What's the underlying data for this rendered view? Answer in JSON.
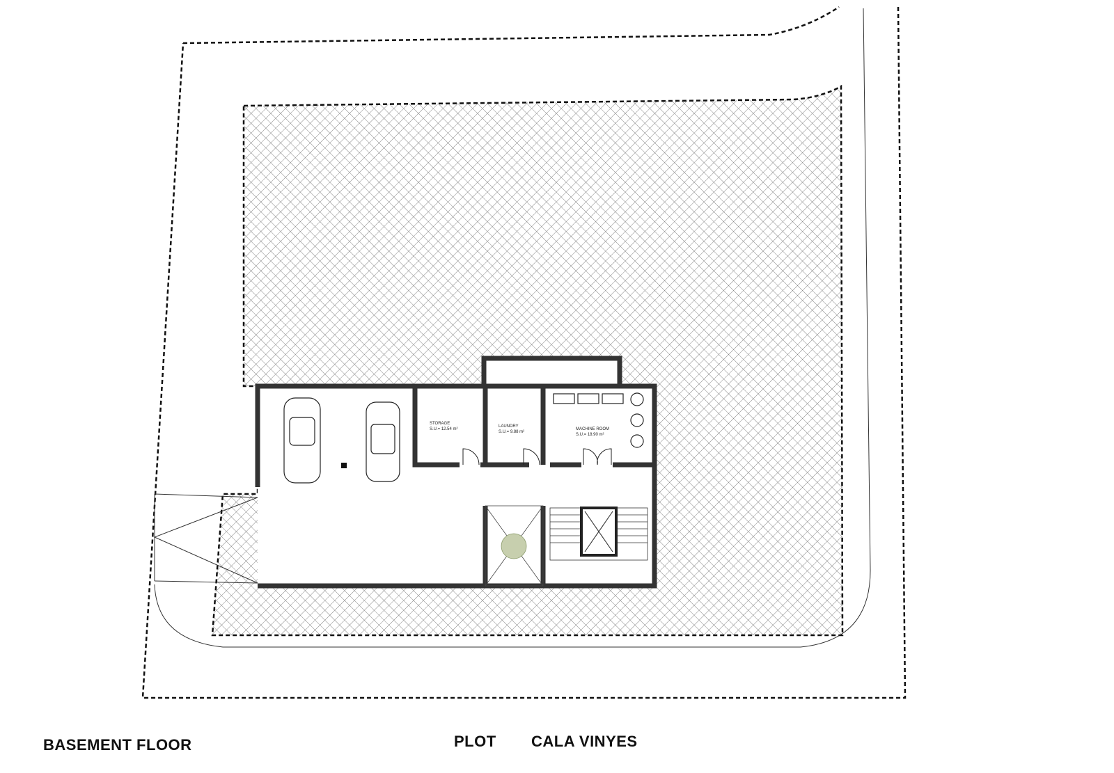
{
  "title": "BASEMENT FLOOR",
  "plot_label": "PLOT",
  "project_name": "CALA VINYES",
  "rooms": [
    {
      "name": "STORAGE",
      "area": "S.U.= 12.54 m²"
    },
    {
      "name": "LAUNDRY",
      "area": "S.U.= 9.88 m²"
    },
    {
      "name": "MACHINE ROOM",
      "area": "S.U.= 18.90 m²"
    }
  ],
  "colors": {
    "wall": "#333333",
    "line": "#111111",
    "hatch": "#555555",
    "plant": "#8a9a6a"
  }
}
